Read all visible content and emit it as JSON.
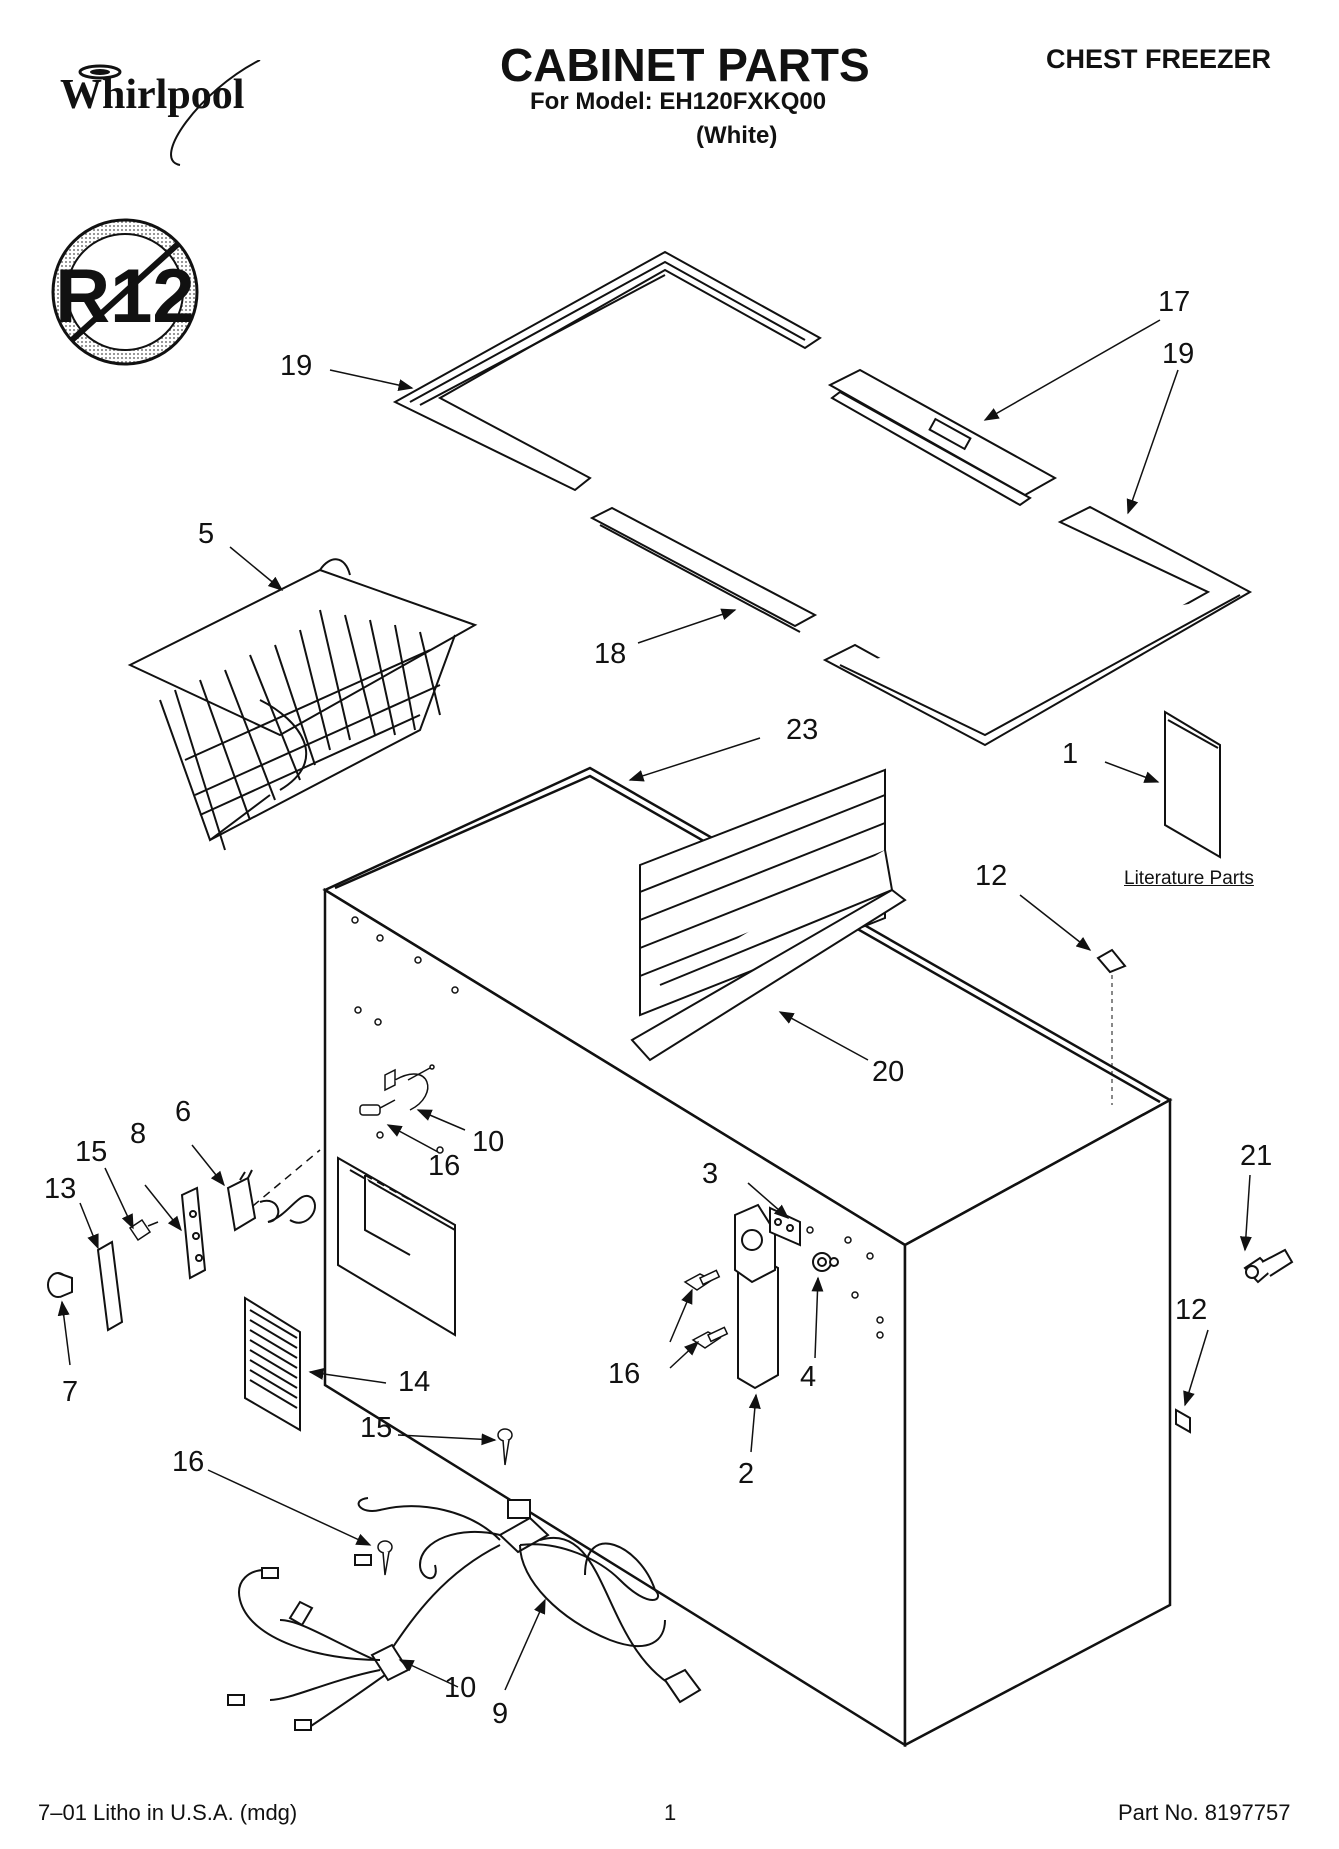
{
  "header": {
    "brand": "Whirlpool",
    "title": "CABINET PARTS",
    "model_line": "For Model: EH120FXKQ00",
    "color_line": "(White)",
    "category": "CHEST FREEZER"
  },
  "badge": {
    "text": "R12"
  },
  "callouts": {
    "c1": "1",
    "c2": "2",
    "c3": "3",
    "c4": "4",
    "c5": "5",
    "c6": "6",
    "c7": "7",
    "c8": "8",
    "c9": "9",
    "c10a": "10",
    "c10b": "10",
    "c12a": "12",
    "c12b": "12",
    "c13": "13",
    "c14": "14",
    "c15a": "15",
    "c15b": "15",
    "c16a": "16",
    "c16b": "16",
    "c16c": "16",
    "c17": "17",
    "c18": "18",
    "c19a": "19",
    "c19b": "19",
    "c20": "20",
    "c21": "21",
    "c23": "23"
  },
  "literature_label": "Literature Parts",
  "footer": {
    "left": "7–01 Litho in U.S.A. (mdg)",
    "page": "1",
    "part_no": "Part No. 8197757"
  }
}
